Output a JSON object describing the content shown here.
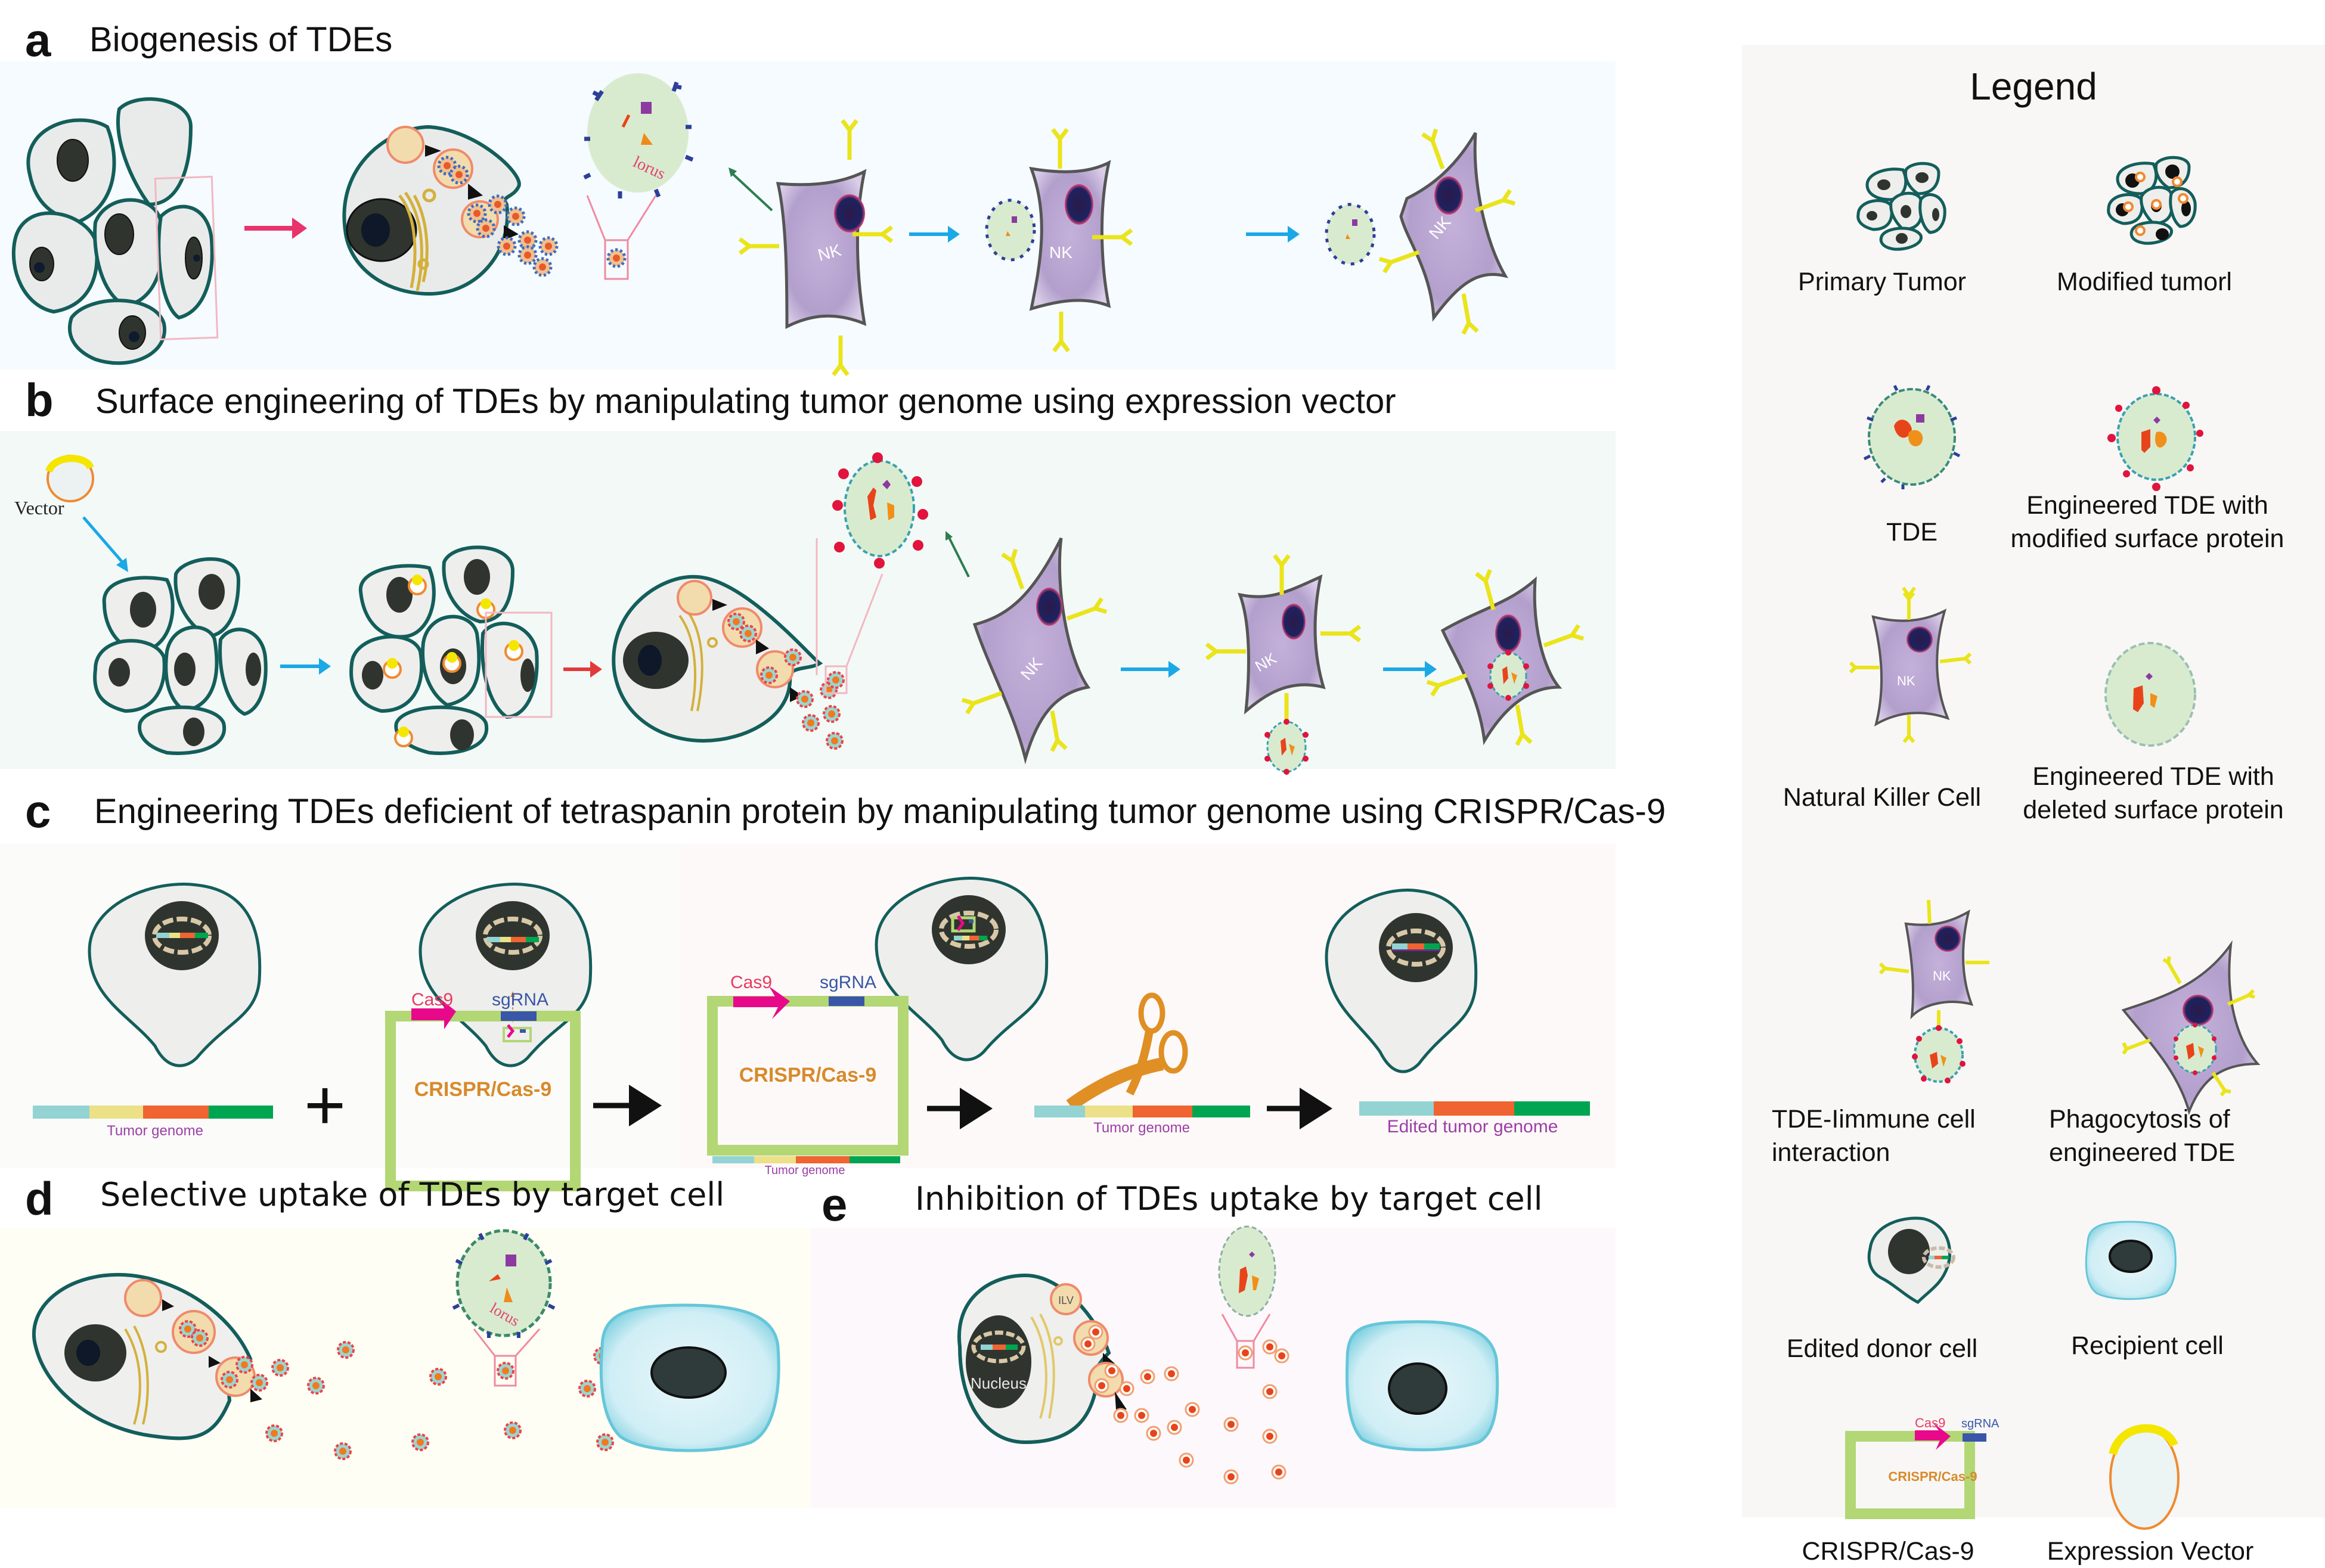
{
  "panels": {
    "a": {
      "letter": "a",
      "title": "Biogenesis of TDEs",
      "labels": {
        "nk1": "NK",
        "nk2": "NK",
        "nk3": "NK",
        "lorus": "lorus"
      }
    },
    "b": {
      "letter": "b",
      "title": "Surface engineering of TDEs by manipulating tumor genome using expression vector",
      "labels": {
        "vector": "Vector",
        "nk1": "NK",
        "nk2": "NK",
        "nk3": "NK"
      }
    },
    "c": {
      "letter": "c",
      "title": "Engineering TDEs deficient of tetraspanin protein by manipulating tumor genome using CRISPR/Cas-9",
      "labels": {
        "tumor_genome": "Tumor genome",
        "plus": "+",
        "cas9": "Cas9",
        "sgrna": "sgRNA",
        "crispr": "CRISPR/Cas-9",
        "edited_genome": "Edited tumor genome"
      }
    },
    "d": {
      "letter": "d",
      "title": "Selective uptake of TDEs by target cell",
      "labels": {
        "lorus": "lorus"
      }
    },
    "e": {
      "letter": "e",
      "title": "Inhibition of TDEs uptake by target cell",
      "labels": {
        "nucleus": "Nucleus",
        "ilv": "ILV"
      }
    }
  },
  "legend": {
    "title": "Legend",
    "items": [
      {
        "icon": "primary-tumor-icon",
        "label": "Primary Tumor"
      },
      {
        "icon": "modified-tumor-icon",
        "label": "Modified tumorl"
      },
      {
        "icon": "tde-icon",
        "label": "TDE"
      },
      {
        "icon": "engineered-tde-modified-icon",
        "label_line1": "Engineered TDE with",
        "label_line2": "modified surface protein"
      },
      {
        "icon": "nk-cell-icon",
        "label": "Natural Killer Cell",
        "nk": "NK"
      },
      {
        "icon": "engineered-tde-deleted-icon",
        "label_line1": "Engineered TDE with",
        "label_line2": "deleted surface protein"
      },
      {
        "icon": "tde-immune-interaction-icon",
        "label_line1": "TDE-Iimmune cell",
        "label_line2": "interaction",
        "nk": "NK"
      },
      {
        "icon": "phagocytosis-icon",
        "label_line1": "Phagocytosis of",
        "label_line2": "engineered TDE"
      },
      {
        "icon": "edited-donor-cell-icon",
        "label": "Edited donor cell"
      },
      {
        "icon": "recipient-cell-icon",
        "label": "Recipient cell"
      },
      {
        "icon": "crispr-cas9-icon",
        "label": "CRISPR/Cas-9",
        "cas9": "Cas9",
        "sgrna": "sgRNA",
        "crispr": "CRISPR/Cas-9"
      },
      {
        "icon": "expression-vector-icon",
        "label": "Expression Vector"
      }
    ]
  },
  "colors": {
    "cell_outline": "#135e5b",
    "cell_fill": "#e9ebea",
    "nucleus": "#2f352e",
    "nk_fill": "#b7a2cf",
    "nk_outline": "#555555",
    "receptor": "#f0e617",
    "tde_fill": "#d9ebcf",
    "pink_arrow": "#e8336d",
    "blue_arrow": "#1aa8e6",
    "green_arrow": "#2e7d4f",
    "plasmid_green": "#b2d774",
    "cas9_magenta": "#e8098a",
    "sgrna_blue": "#3a56a8",
    "genome": [
      "#93d3d3",
      "#ece088",
      "#ef6431",
      "#00a551"
    ],
    "recipient_fill": "#cfeef5",
    "recipient_outline": "#66c6d9",
    "scissors": "#e08f25",
    "genome_label": "#9b3fa6"
  }
}
